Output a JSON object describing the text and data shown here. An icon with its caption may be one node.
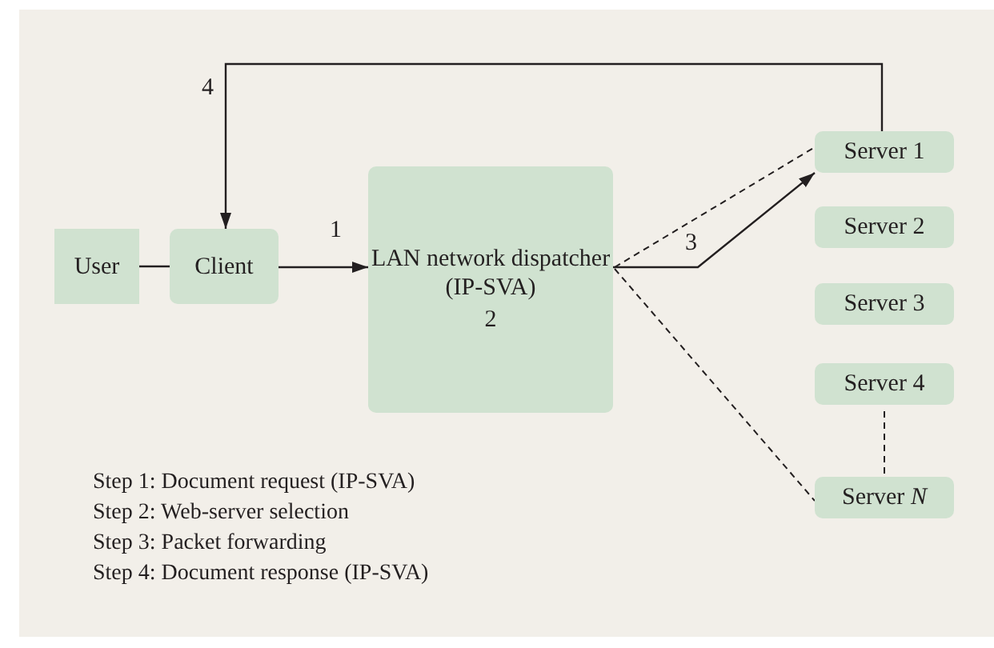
{
  "diagram": {
    "nodes": [
      {
        "text": [
          "User"
        ]
      },
      {
        "text": [
          "Client"
        ]
      },
      {
        "text": [
          "LAN network dispatcher (IP-SVA)",
          "2"
        ]
      },
      {
        "text": [
          "Server 1"
        ]
      },
      {
        "text": [
          "Server 2"
        ]
      },
      {
        "text": [
          "Server 3"
        ]
      },
      {
        "text": [
          "Server 4"
        ]
      },
      {
        "text": [
          "Server *N*"
        ]
      }
    ],
    "edges": [
      {
        "from": 0,
        "to": 1,
        "arrow": "none"
      },
      {
        "from": 1,
        "to": 2,
        "arrow": "to",
        "label": "1"
      },
      {
        "from": 2,
        "to": 3,
        "arrow": "to",
        "label": "3"
      },
      {
        "from": 2,
        "to": 3,
        "arrow": "none",
        "style": "dashed"
      },
      {
        "from": 2,
        "to": 7,
        "arrow": "none",
        "style": "dashed"
      },
      {
        "from": 6,
        "to": 7,
        "arrow": "none",
        "style": "dashed"
      },
      {
        "from": 3,
        "to": 1,
        "arrow": "to",
        "label": "4"
      }
    ],
    "labels": [
      "Step 1: Document request (IP-SVA)",
      "Step 2: Web-server selection",
      "Step 3: Packet forwarding",
      "Step 4: Document response (IP-SVA)"
    ]
  }
}
